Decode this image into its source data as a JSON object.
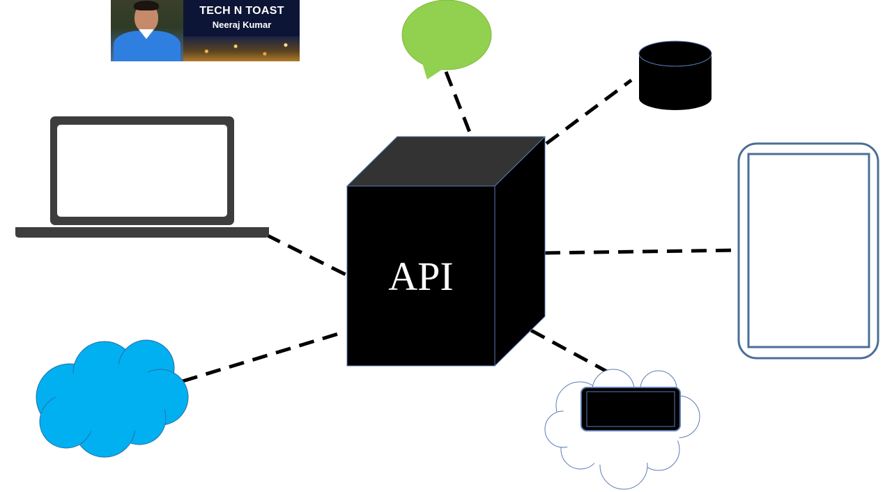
{
  "banner": {
    "title": "TECH N TOAST",
    "subtitle": "Neeraj Kumar"
  },
  "center": {
    "label": "API"
  },
  "nodes": [
    {
      "icon": "laptop-icon"
    },
    {
      "icon": "chat-bubble-icon"
    },
    {
      "icon": "database-icon"
    },
    {
      "icon": "tablet-icon"
    },
    {
      "icon": "cloud-phone-icon"
    },
    {
      "icon": "cloud-icon"
    }
  ],
  "colors": {
    "cube_front": "#000000",
    "cube_top": "#333333",
    "cube_side": "#000000",
    "cube_edge": "#5b7bb5",
    "connector": "#000000",
    "laptop": "#3d3d3d",
    "chat_bubble": "#92d050",
    "database": "#000000",
    "tablet_border": "#4a6f95",
    "cloud_blue": "#00b0f0",
    "cloud_outline": "#5b7bb5",
    "banner_bg": "#0d1536"
  }
}
